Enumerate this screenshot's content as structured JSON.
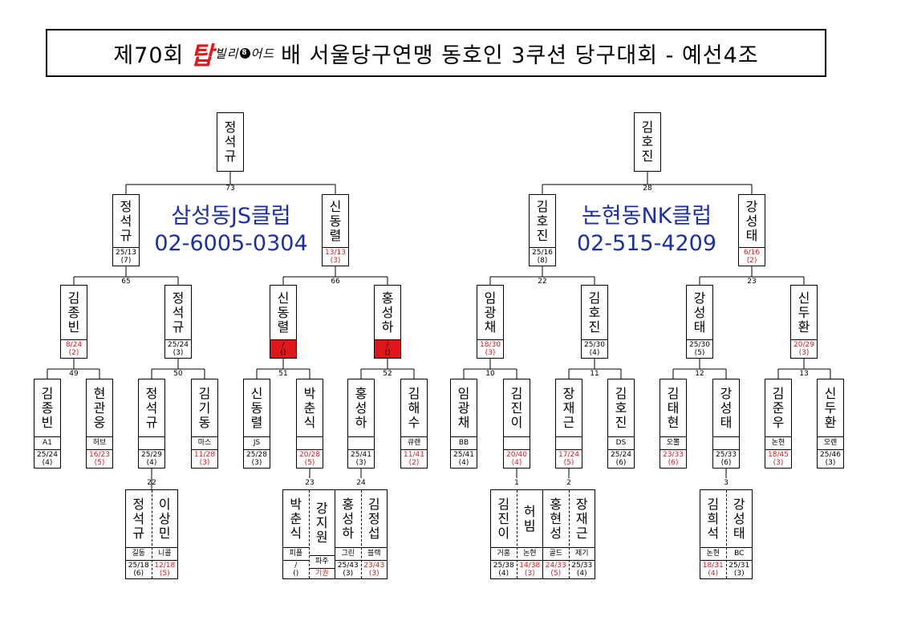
{
  "title": {
    "prefix": "제70회",
    "logo_main": "탑",
    "logo_sub": "빌리",
    "logo_ball": "8",
    "logo_tail": "어드",
    "suffix": "배 서울당구연맹 동호인 3쿠션 당구대회 - 예선4조"
  },
  "clubs": [
    {
      "name": "삼성동JS클럽",
      "phone": "02-6005-0304"
    },
    {
      "name": "논현동NK클럽",
      "phone": "02-515-4209"
    }
  ],
  "match_numbers": {
    "m73": "73",
    "m28": "28",
    "m65": "65",
    "m66": "66",
    "m22b": "22",
    "m23b": "23",
    "m49": "49",
    "m50": "50",
    "m51": "51",
    "m52": "52",
    "m10": "10",
    "m11": "11",
    "m12": "12",
    "m13": "13",
    "m22": "22",
    "m23": "23",
    "m24": "24",
    "m1": "1",
    "m2": "2",
    "m3": "3"
  },
  "players": {
    "w_left": {
      "name": "정석규"
    },
    "w_right": {
      "name": "김호진"
    },
    "sf_l1": {
      "name": "정석규",
      "s1": "25/13",
      "s2": "(7)"
    },
    "sf_l2": {
      "name": "신동렬",
      "s1": "13/13",
      "s2": "(3)"
    },
    "sf_r1": {
      "name": "김호진",
      "s1": "25/16",
      "s2": "(8)"
    },
    "sf_r2": {
      "name": "강성태",
      "s1": "6/16",
      "s2": "(2)"
    },
    "qf1": {
      "name": "김종빈",
      "s1": "8/24",
      "s2": "(2)"
    },
    "qf2": {
      "name": "정석규",
      "s1": "25/24",
      "s2": "(3)"
    },
    "qf3": {
      "name": "신동렬",
      "s1": "/",
      "s2": "()"
    },
    "qf4": {
      "name": "홍성하",
      "s1": "/",
      "s2": "()"
    },
    "qf5": {
      "name": "임광채",
      "s1": "18/30",
      "s2": "(3)"
    },
    "qf6": {
      "name": "김호진",
      "s1": "25/30",
      "s2": "(4)"
    },
    "qf7": {
      "name": "강성태",
      "s1": "25/30",
      "s2": "(5)"
    },
    "qf8": {
      "name": "신두환",
      "s1": "20/29",
      "s2": "(3)"
    },
    "r1_1": {
      "name": "김종빈",
      "club": "A1",
      "s1": "25/24",
      "s2": "(4)"
    },
    "r1_2": {
      "name": "현관웅",
      "club": "허브",
      "s1": "16/23",
      "s2": "(5)"
    },
    "r1_3": {
      "name": "정석규",
      "club": "",
      "s1": "25/29",
      "s2": "(4)"
    },
    "r1_4": {
      "name": "김기동",
      "club": "마스",
      "s1": "11/28",
      "s2": "(3)"
    },
    "r1_5": {
      "name": "신동렬",
      "club": "JS",
      "s1": "25/28",
      "s2": "(3)"
    },
    "r1_6": {
      "name": "박춘식",
      "club": "",
      "s1": "20/28",
      "s2": "(5)"
    },
    "r1_7": {
      "name": "홍성하",
      "club": "",
      "s1": "25/41",
      "s2": "(3)"
    },
    "r1_8": {
      "name": "김해수",
      "club": "큐랜",
      "s1": "11/41",
      "s2": "(2)"
    },
    "r1_9": {
      "name": "임광채",
      "club": "BB",
      "s1": "25/41",
      "s2": "(4)"
    },
    "r1_10": {
      "name": "김진이",
      "club": "",
      "s1": "20/40",
      "s2": "(4)"
    },
    "r1_11": {
      "name": "장재근",
      "club": "",
      "s1": "17/24",
      "s2": "(5)"
    },
    "r1_12": {
      "name": "김호진",
      "club": "DS",
      "s1": "25/24",
      "s2": "(6)"
    },
    "r1_13": {
      "name": "김태현",
      "club": "오뽈",
      "s1": "23/33",
      "s2": "(6)"
    },
    "r1_14": {
      "name": "강성태",
      "club": "",
      "s1": "25/33",
      "s2": "(6)"
    },
    "r1_15": {
      "name": "김준우",
      "club": "논현",
      "s1": "18/45",
      "s2": "(3)"
    },
    "r1_16": {
      "name": "신두환",
      "club": "오렌",
      "s1": "25/46",
      "s2": "(3)"
    }
  },
  "pairs": {
    "p22": [
      {
        "name": "정석규",
        "club": "길동",
        "s1": "25/18",
        "s2": "(6)"
      },
      {
        "name": "이상민",
        "club": "니콜",
        "s1": "12/18",
        "s2": "(5)"
      }
    ],
    "p23": [
      {
        "name": "박춘식",
        "club": "피플",
        "s1": "/",
        "s2": "()"
      },
      {
        "name": "강지원",
        "club": "파주",
        "s1": "기권",
        "s2": ""
      }
    ],
    "p24": [
      {
        "name": "홍성하",
        "club": "그린",
        "s1": "25/43",
        "s2": "(3)"
      },
      {
        "name": "김정섭",
        "club": "블랙",
        "s1": "23/43",
        "s2": "(3)"
      }
    ],
    "p1": [
      {
        "name": "김진이",
        "club": "거홍",
        "s1": "25/38",
        "s2": "(4)"
      },
      {
        "name": "허빔",
        "club": "논현",
        "s1": "14/38",
        "s2": "(3)"
      }
    ],
    "p2": [
      {
        "name": "홍현성",
        "club": "골드",
        "s1": "24/33",
        "s2": "(5)"
      },
      {
        "name": "장재근",
        "club": "제기",
        "s1": "25/33",
        "s2": "(4)"
      }
    ],
    "p3": [
      {
        "name": "김희석",
        "club": "논현",
        "s1": "18/31",
        "s2": "(4)"
      },
      {
        "name": "강성태",
        "club": "BC",
        "s1": "25/31",
        "s2": "(3)"
      }
    ]
  },
  "colors": {
    "loser_score": "#e0161b",
    "club_ad": "#1b2fa6",
    "default_fill": "#e0161b"
  }
}
